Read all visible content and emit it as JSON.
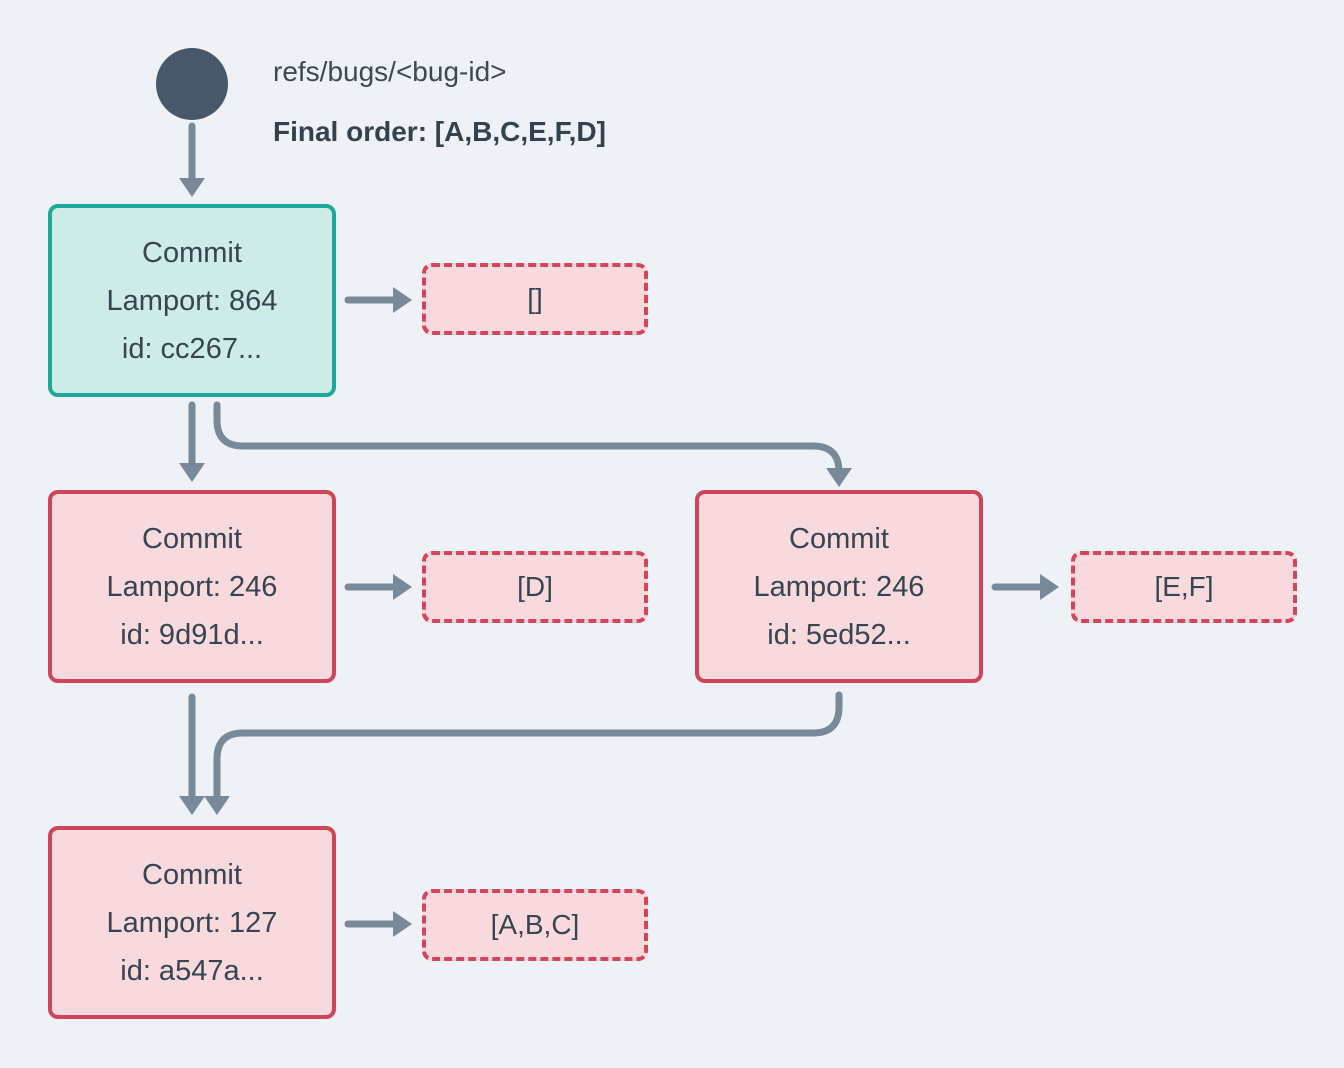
{
  "diagram": {
    "ref": {
      "name": "refs/bugs/<bug-id>",
      "final_order": "Final order: [A,B,C,E,F,D]"
    },
    "nodes": [
      {
        "key": "commit-864",
        "title": "Commit",
        "lamport": "Lamport: 864",
        "id": "id: cc267...",
        "ops": "[]",
        "variant": "head"
      },
      {
        "key": "commit-246-left",
        "title": "Commit",
        "lamport": "Lamport: 246",
        "id": "id: 9d91d...",
        "ops": "[D]",
        "variant": "normal"
      },
      {
        "key": "commit-246-right",
        "title": "Commit",
        "lamport": "Lamport: 246",
        "id": "id: 5ed52...",
        "ops": "[E,F]",
        "variant": "normal"
      },
      {
        "key": "commit-127",
        "title": "Commit",
        "lamport": "Lamport: 127",
        "id": "id: a547a...",
        "ops": "[A,B,C]",
        "variant": "normal"
      }
    ],
    "colors": {
      "background": "#eef1f5",
      "ref_circle": "#46586a",
      "head_node_border": "#1ca99b",
      "head_node_fill": "#cdebe7",
      "commit_node_border": "#cf4459",
      "commit_node_fill": "#f7d9de",
      "ops_box_border": "#d2455b",
      "ops_box_fill": "#f8dade",
      "edge": "#78899a",
      "text": "#36454f"
    }
  }
}
